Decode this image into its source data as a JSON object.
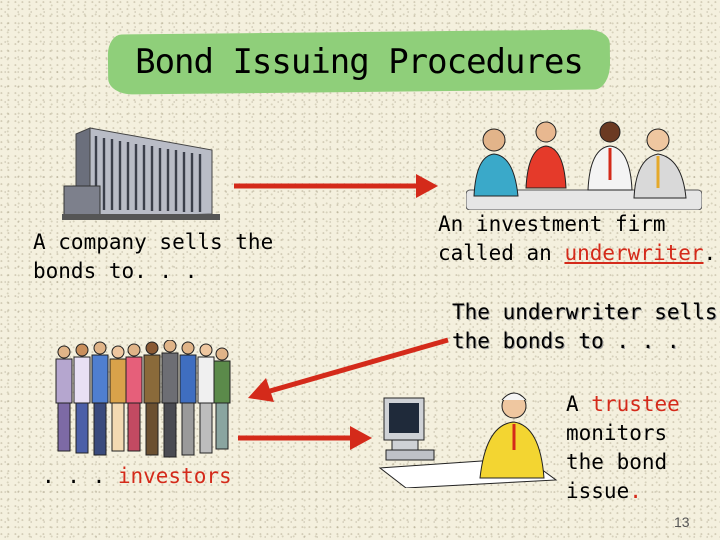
{
  "slide": {
    "title": "Bond Issuing Procedures",
    "company_text_1": "A company sells the",
    "company_text_2": "bonds to. . .",
    "firm_text_1": "An investment firm",
    "firm_text_2_prefix": "called an ",
    "firm_text_2_link": "underwriter",
    "firm_text_2_suffix": ".",
    "sells_text_1": "The underwriter sells",
    "sells_text_2": "the bonds to . . .",
    "investors_prefix": ". . . ",
    "investors_word": "investors",
    "trustee_line1_prefix": "A ",
    "trustee_line1_word": "trustee",
    "trustee_line2": "monitors",
    "trustee_line3": "the bond",
    "trustee_line4_prefix": "issue",
    "trustee_line4_suffix": ".",
    "page_number": "13"
  },
  "colors": {
    "accent_red": "#d42a1a",
    "title_green": "#8fcf7a",
    "background": "#f4f0de"
  },
  "icons": [
    "office-building-icon",
    "business-meeting-icon",
    "crowd-of-investors-icon",
    "trustee-at-computer-icon",
    "arrow-right-icon",
    "arrow-down-left-icon"
  ]
}
